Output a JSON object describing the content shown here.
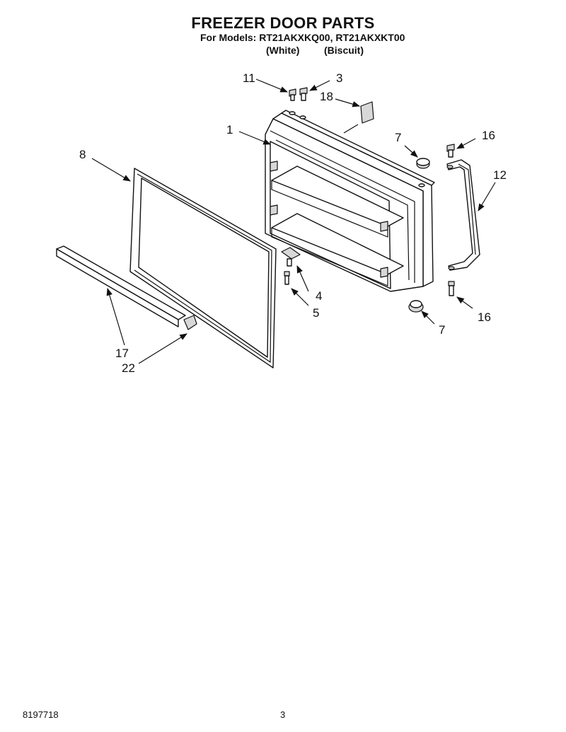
{
  "header": {
    "title": "FREEZER DOOR PARTS",
    "models_line": "For Models: RT21AKXKQ00, RT21AKXKT00",
    "variant_white": "(White)",
    "variant_biscuit": "(Biscuit)"
  },
  "callouts": {
    "c11": "11",
    "c3": "3",
    "c18": "18",
    "c1": "1",
    "c7_top": "7",
    "c16_top": "16",
    "c8": "8",
    "c12": "12",
    "c4": "4",
    "c5": "5",
    "c16_bottom": "16",
    "c7_bottom": "7",
    "c17": "17",
    "c22": "22"
  },
  "footer": {
    "doc_number": "8197718",
    "page_number": "3"
  }
}
